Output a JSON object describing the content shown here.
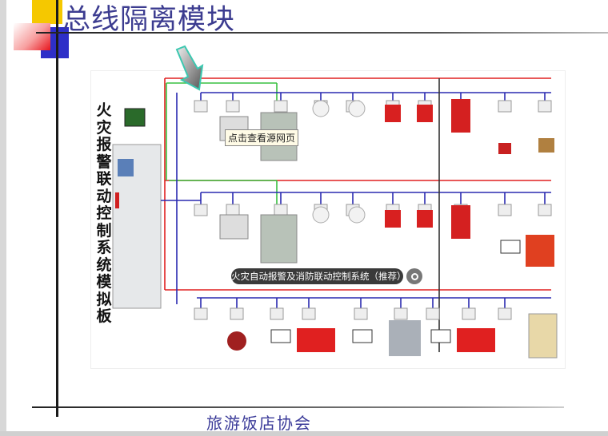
{
  "slide": {
    "title": "总线隔离模块",
    "footer": "旅游饭店协会"
  },
  "diagram": {
    "side_label": "火灾报警联动控制系统模拟板",
    "tooltip": "点击查看源网页",
    "caption": "火灾自动报警及消防联动控制系统（推荐）",
    "colors": {
      "power_line": "#e02020",
      "bus_line": "#2a2ab0",
      "signal_line": "#38c040"
    }
  }
}
